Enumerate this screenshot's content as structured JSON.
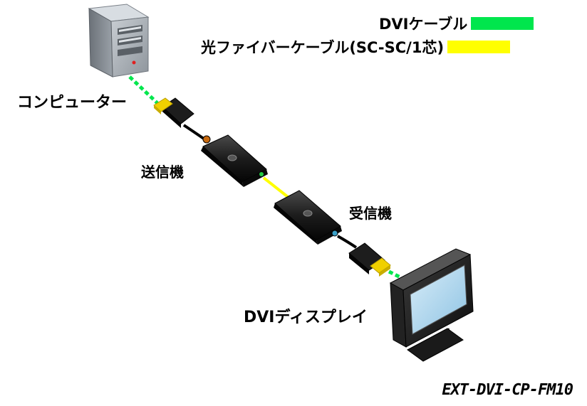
{
  "legend": {
    "items": [
      {
        "label": "DVIケーブル",
        "color": "#00e64d"
      },
      {
        "label": "光ファイバーケーブル(SC-SC/1芯)",
        "color": "#ffff00"
      }
    ]
  },
  "labels": {
    "computer": "コンピューター",
    "transmitter": "送信機",
    "receiver": "受信機",
    "display": "DVIディスプレイ"
  },
  "model": "EXT-DVI-CP-FM10",
  "colors": {
    "dvi_cable": "#00e64d",
    "fiber_cable": "#ffff00",
    "device_body": "#1a1a1a",
    "connector_gold": "#f0d000",
    "screen": "#a8d4ee"
  }
}
